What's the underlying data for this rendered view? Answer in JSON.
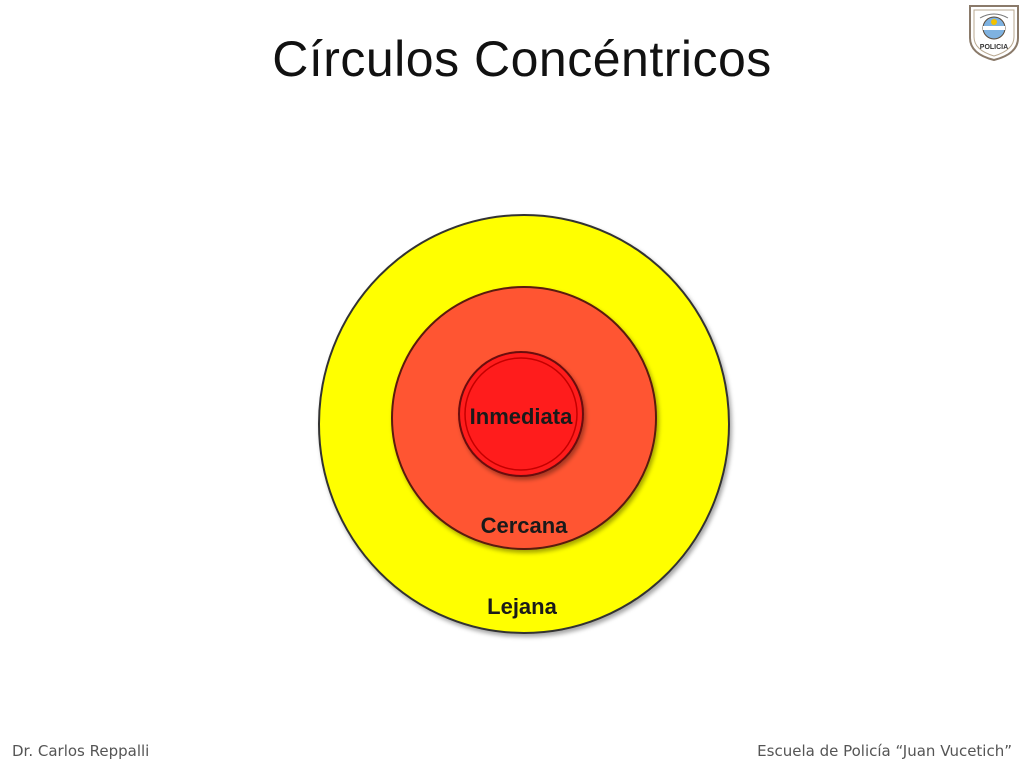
{
  "slide": {
    "title": "Círculos Concéntricos"
  },
  "diagram": {
    "rings": [
      {
        "label": "Lejana",
        "color": "#ffff00"
      },
      {
        "label": "Cercana",
        "color": "#ff5533"
      },
      {
        "label": "Inmediata",
        "color": "#ff1a1a"
      }
    ]
  },
  "footer": {
    "author": "Dr. Carlos Reppalli",
    "institution": "Escuela de Policía “Juan Vucetich”"
  },
  "logo": {
    "icon": "police-shield-icon",
    "text": "POLICIA"
  }
}
